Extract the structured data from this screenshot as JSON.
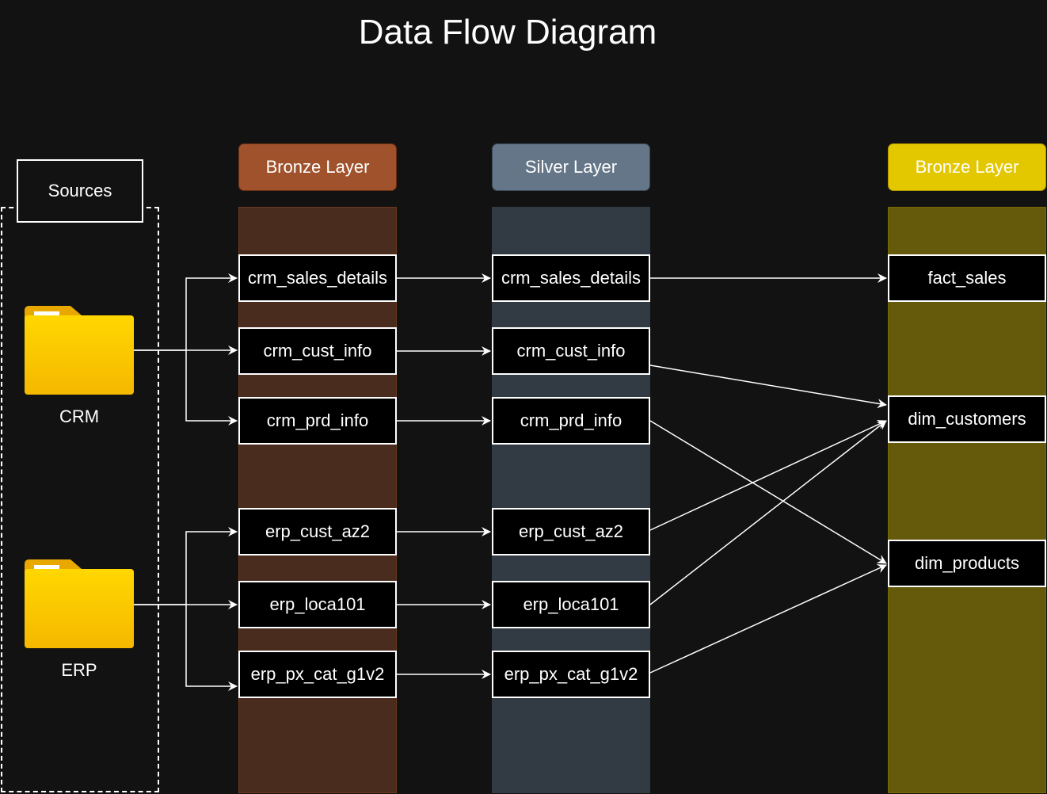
{
  "title": "Data Flow Diagram",
  "layers": {
    "bronze": {
      "label": "Bronze Layer",
      "color": "#a0522d"
    },
    "silver": {
      "label": "Silver Layer",
      "color": "#647687"
    },
    "gold": {
      "label": "Bronze Layer",
      "color": "#e3c800"
    }
  },
  "sources": {
    "label": "Sources",
    "items": [
      {
        "label": "CRM"
      },
      {
        "label": "ERP"
      }
    ]
  },
  "bronze_tables": [
    "crm_sales_details",
    "crm_cust_info",
    "crm_prd_info",
    "erp_cust_az2",
    "erp_loca101",
    "erp_px_cat_g1v2"
  ],
  "silver_tables": [
    "crm_sales_details",
    "crm_cust_info",
    "crm_prd_info",
    "erp_cust_az2",
    "erp_loca101",
    "erp_px_cat_g1v2"
  ],
  "gold_tables": [
    "fact_sales",
    "dim_customers",
    "dim_products"
  ],
  "folder_color": "#ffcc00"
}
